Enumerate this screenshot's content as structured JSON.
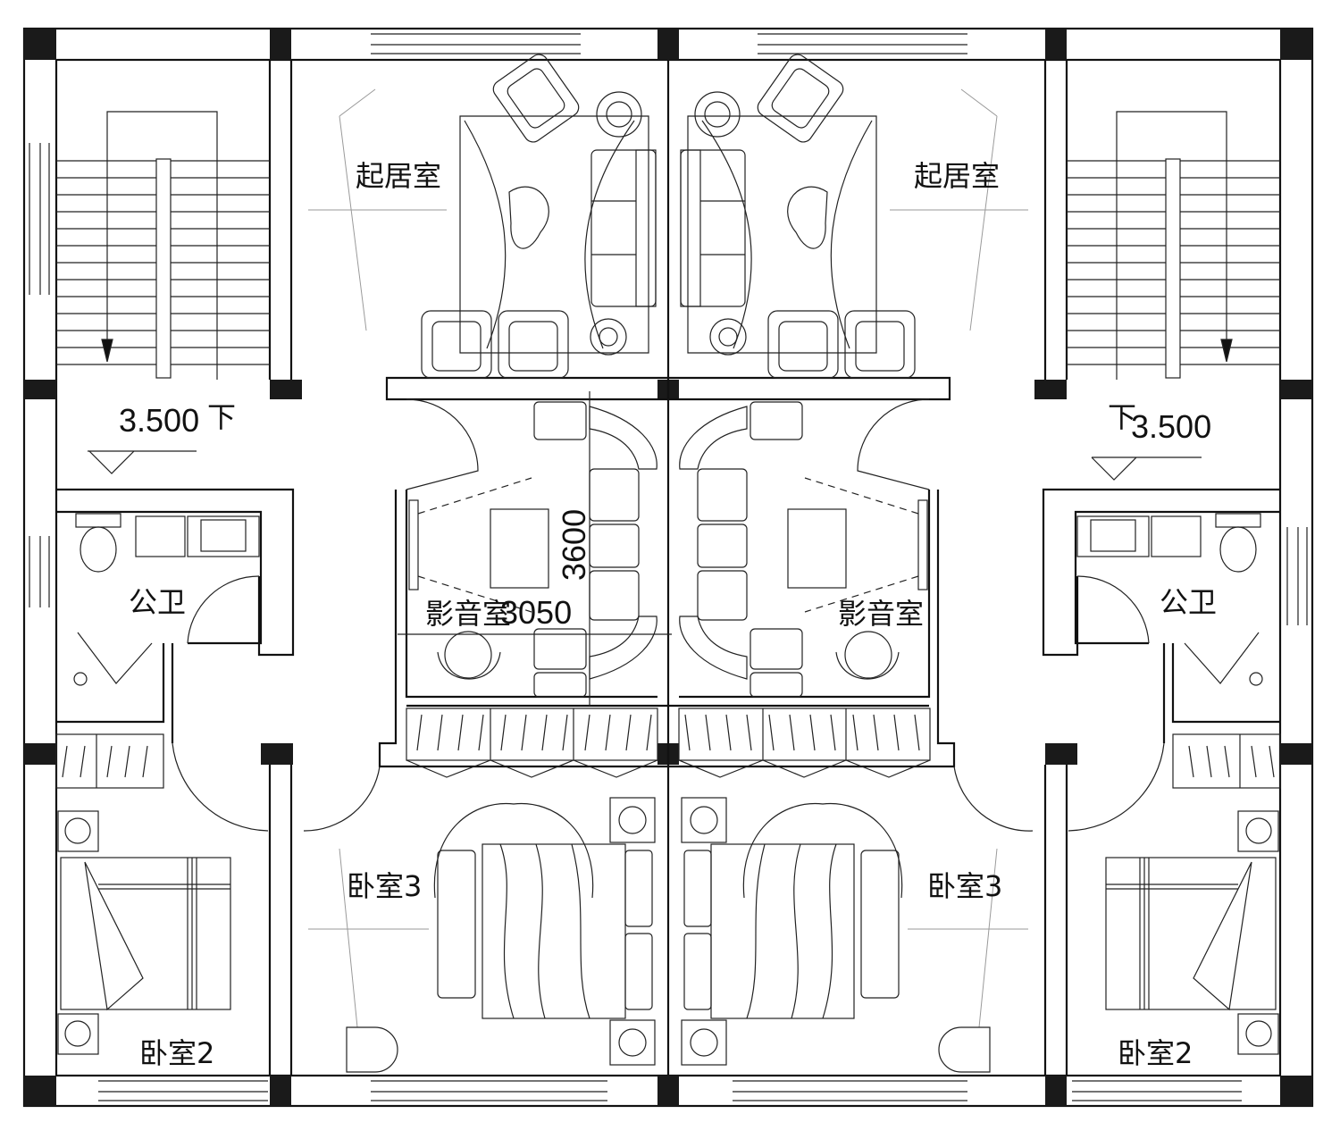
{
  "rooms": {
    "living_left": "起居室",
    "living_right": "起居室",
    "av_left": "影音室",
    "av_left_dim": "3050",
    "av_right": "影音室",
    "av_height_dim": "3600",
    "bath_left": "公卫",
    "bath_right": "公卫",
    "bed3_left": "卧室3",
    "bed3_right": "卧室3",
    "bed2_left": "卧室2",
    "bed2_right": "卧室2"
  },
  "levels": {
    "left": "3.500",
    "left_dir": "下",
    "right": "3.500",
    "right_dir": "下"
  }
}
